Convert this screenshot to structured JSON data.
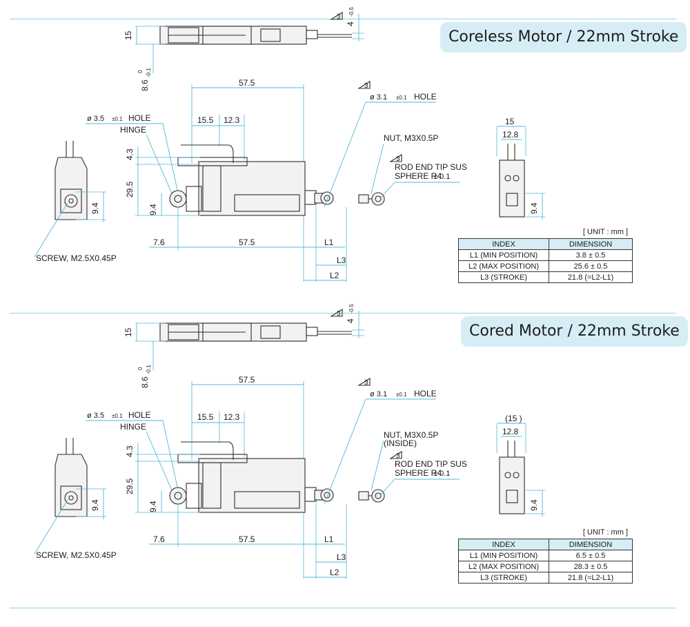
{
  "panels": [
    {
      "title": "Coreless Motor / 22mm Stroke",
      "labels": {
        "dim_15_top": "15",
        "dim_86": "8.6",
        "tol_86_top": "0",
        "tol_86_bot": "-0.1",
        "rev3": "3",
        "dim_4": "4",
        "tol_4": "-0.5",
        "dim_575_top": "57.5",
        "hole31_d": "ø 3.1",
        "hole31_tol": "±0.1",
        "hole31_txt": "HOLE",
        "hole35_d": "ø 3.5",
        "hole35_tol": "±0.1",
        "hole35_txt": "HOLE",
        "hinge": "HINGE",
        "dim_155": "15.5",
        "dim_123": "12.3",
        "nut": "NUT, M3X0.5P",
        "nut_sub": "",
        "rod1": "ROD END TIP SUS",
        "rod2": "SPHERE R4",
        "rod_tol": "± 0.1",
        "dim_43": "4.3",
        "dim_295": "29.5",
        "dim_94a": "9.4",
        "dim_94b": "9.4",
        "dim_94c": "9.4",
        "screw": "SCREW, M2.5X0.45P",
        "dim_76": "7.6",
        "dim_575_bot": "57.5",
        "L1": "L1",
        "L3": "L3",
        "L2": "L2",
        "side_15": "15",
        "side_128": "12.8"
      },
      "unit": "[ UNIT : mm ]",
      "table": {
        "headers": [
          "INDEX",
          "DIMENSION"
        ],
        "rows": [
          [
            "L1 (MIN POSITION)",
            "3.8 ± 0.5"
          ],
          [
            "L2 (MAX POSITION)",
            "25.6 ± 0.5"
          ],
          [
            "L3 (STROKE)",
            "21.8 (=L2-L1)"
          ]
        ]
      }
    },
    {
      "title": "Cored Motor / 22mm Stroke",
      "labels": {
        "dim_15_top": "15",
        "dim_86": "8.6",
        "tol_86_top": "0",
        "tol_86_bot": "-0.1",
        "rev3": "3",
        "dim_4": "4",
        "tol_4": "-0.5",
        "dim_575_top": "57.5",
        "hole31_d": "ø 3.1",
        "hole31_tol": "±0.1",
        "hole31_txt": "HOLE",
        "hole35_d": "ø 3.5",
        "hole35_tol": "±0.1",
        "hole35_txt": "HOLE",
        "hinge": "HINGE",
        "dim_155": "15.5",
        "dim_123": "12.3",
        "nut": "NUT, M3X0.5P",
        "nut_sub": "(INSIDE)",
        "rod1": "ROD END TIP SUS",
        "rod2": "SPHERE R4",
        "rod_tol": "± 0.1",
        "dim_43": "4.3",
        "dim_295": "29.5",
        "dim_94a": "9.4",
        "dim_94b": "9.4",
        "dim_94c": "9.4",
        "screw": "SCREW, M2.5X0.45P",
        "dim_76": "7.6",
        "dim_575_bot": "57.5",
        "L1": "L1",
        "L3": "L3",
        "L2": "L2",
        "side_15": "(15 )",
        "side_128": "12.8"
      },
      "unit": "[ UNIT : mm ]",
      "table": {
        "headers": [
          "INDEX",
          "DIMENSION"
        ],
        "rows": [
          [
            "L1 (MIN POSITION)",
            "6.5 ± 0.5"
          ],
          [
            "L2 (MAX POSITION)",
            "28.3 ± 0.5"
          ],
          [
            "L3 (STROKE)",
            "21.8 (=L2-L1)"
          ]
        ]
      }
    }
  ]
}
